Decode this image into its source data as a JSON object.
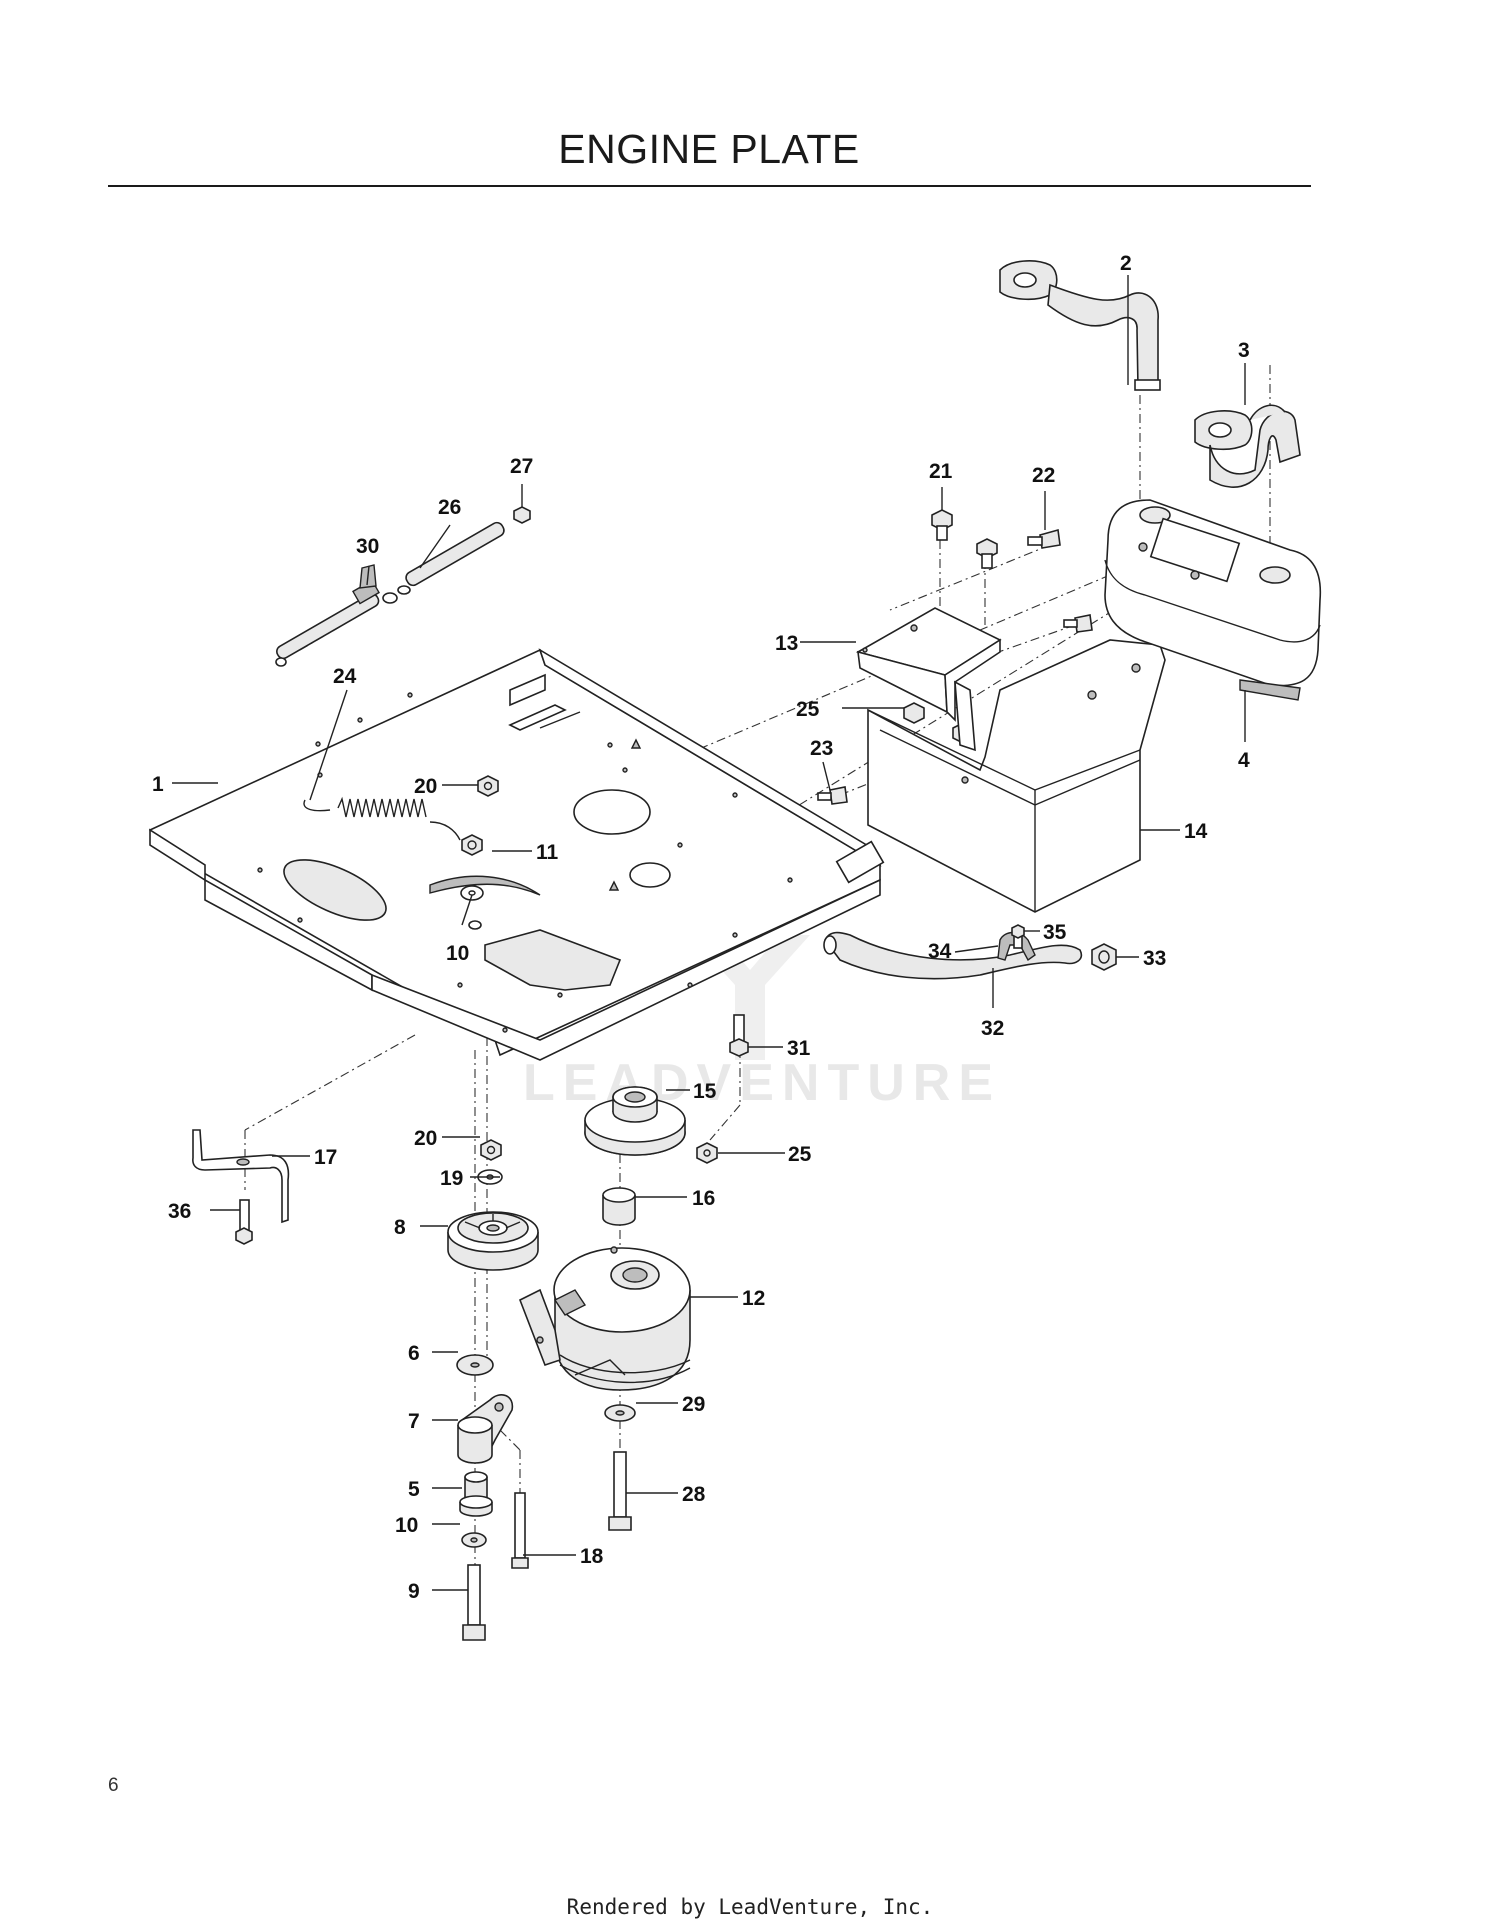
{
  "page": {
    "title": "ENGINE PLATE",
    "page_number": "6",
    "footer": "Rendered by LeadVenture, Inc.",
    "watermark": "LEADVENTURE"
  },
  "callouts": [
    {
      "id": "c1",
      "label": "1"
    },
    {
      "id": "c2",
      "label": "2"
    },
    {
      "id": "c3",
      "label": "3"
    },
    {
      "id": "c4",
      "label": "4"
    },
    {
      "id": "c5",
      "label": "5"
    },
    {
      "id": "c6",
      "label": "6"
    },
    {
      "id": "c7",
      "label": "7"
    },
    {
      "id": "c8",
      "label": "8"
    },
    {
      "id": "c9",
      "label": "9"
    },
    {
      "id": "c10a",
      "label": "10"
    },
    {
      "id": "c10b",
      "label": "10"
    },
    {
      "id": "c11",
      "label": "11"
    },
    {
      "id": "c12",
      "label": "12"
    },
    {
      "id": "c13",
      "label": "13"
    },
    {
      "id": "c14",
      "label": "14"
    },
    {
      "id": "c15",
      "label": "15"
    },
    {
      "id": "c16",
      "label": "16"
    },
    {
      "id": "c17",
      "label": "17"
    },
    {
      "id": "c18",
      "label": "18"
    },
    {
      "id": "c19",
      "label": "19"
    },
    {
      "id": "c20a",
      "label": "20"
    },
    {
      "id": "c20b",
      "label": "20"
    },
    {
      "id": "c21",
      "label": "21"
    },
    {
      "id": "c22",
      "label": "22"
    },
    {
      "id": "c23",
      "label": "23"
    },
    {
      "id": "c24",
      "label": "24"
    },
    {
      "id": "c25a",
      "label": "25"
    },
    {
      "id": "c25b",
      "label": "25"
    },
    {
      "id": "c26",
      "label": "26"
    },
    {
      "id": "c27",
      "label": "27"
    },
    {
      "id": "c28",
      "label": "28"
    },
    {
      "id": "c29",
      "label": "29"
    },
    {
      "id": "c30",
      "label": "30"
    },
    {
      "id": "c31",
      "label": "31"
    },
    {
      "id": "c32",
      "label": "32"
    },
    {
      "id": "c33",
      "label": "33"
    },
    {
      "id": "c34",
      "label": "34"
    },
    {
      "id": "c35",
      "label": "35"
    },
    {
      "id": "c36",
      "label": "36"
    }
  ]
}
